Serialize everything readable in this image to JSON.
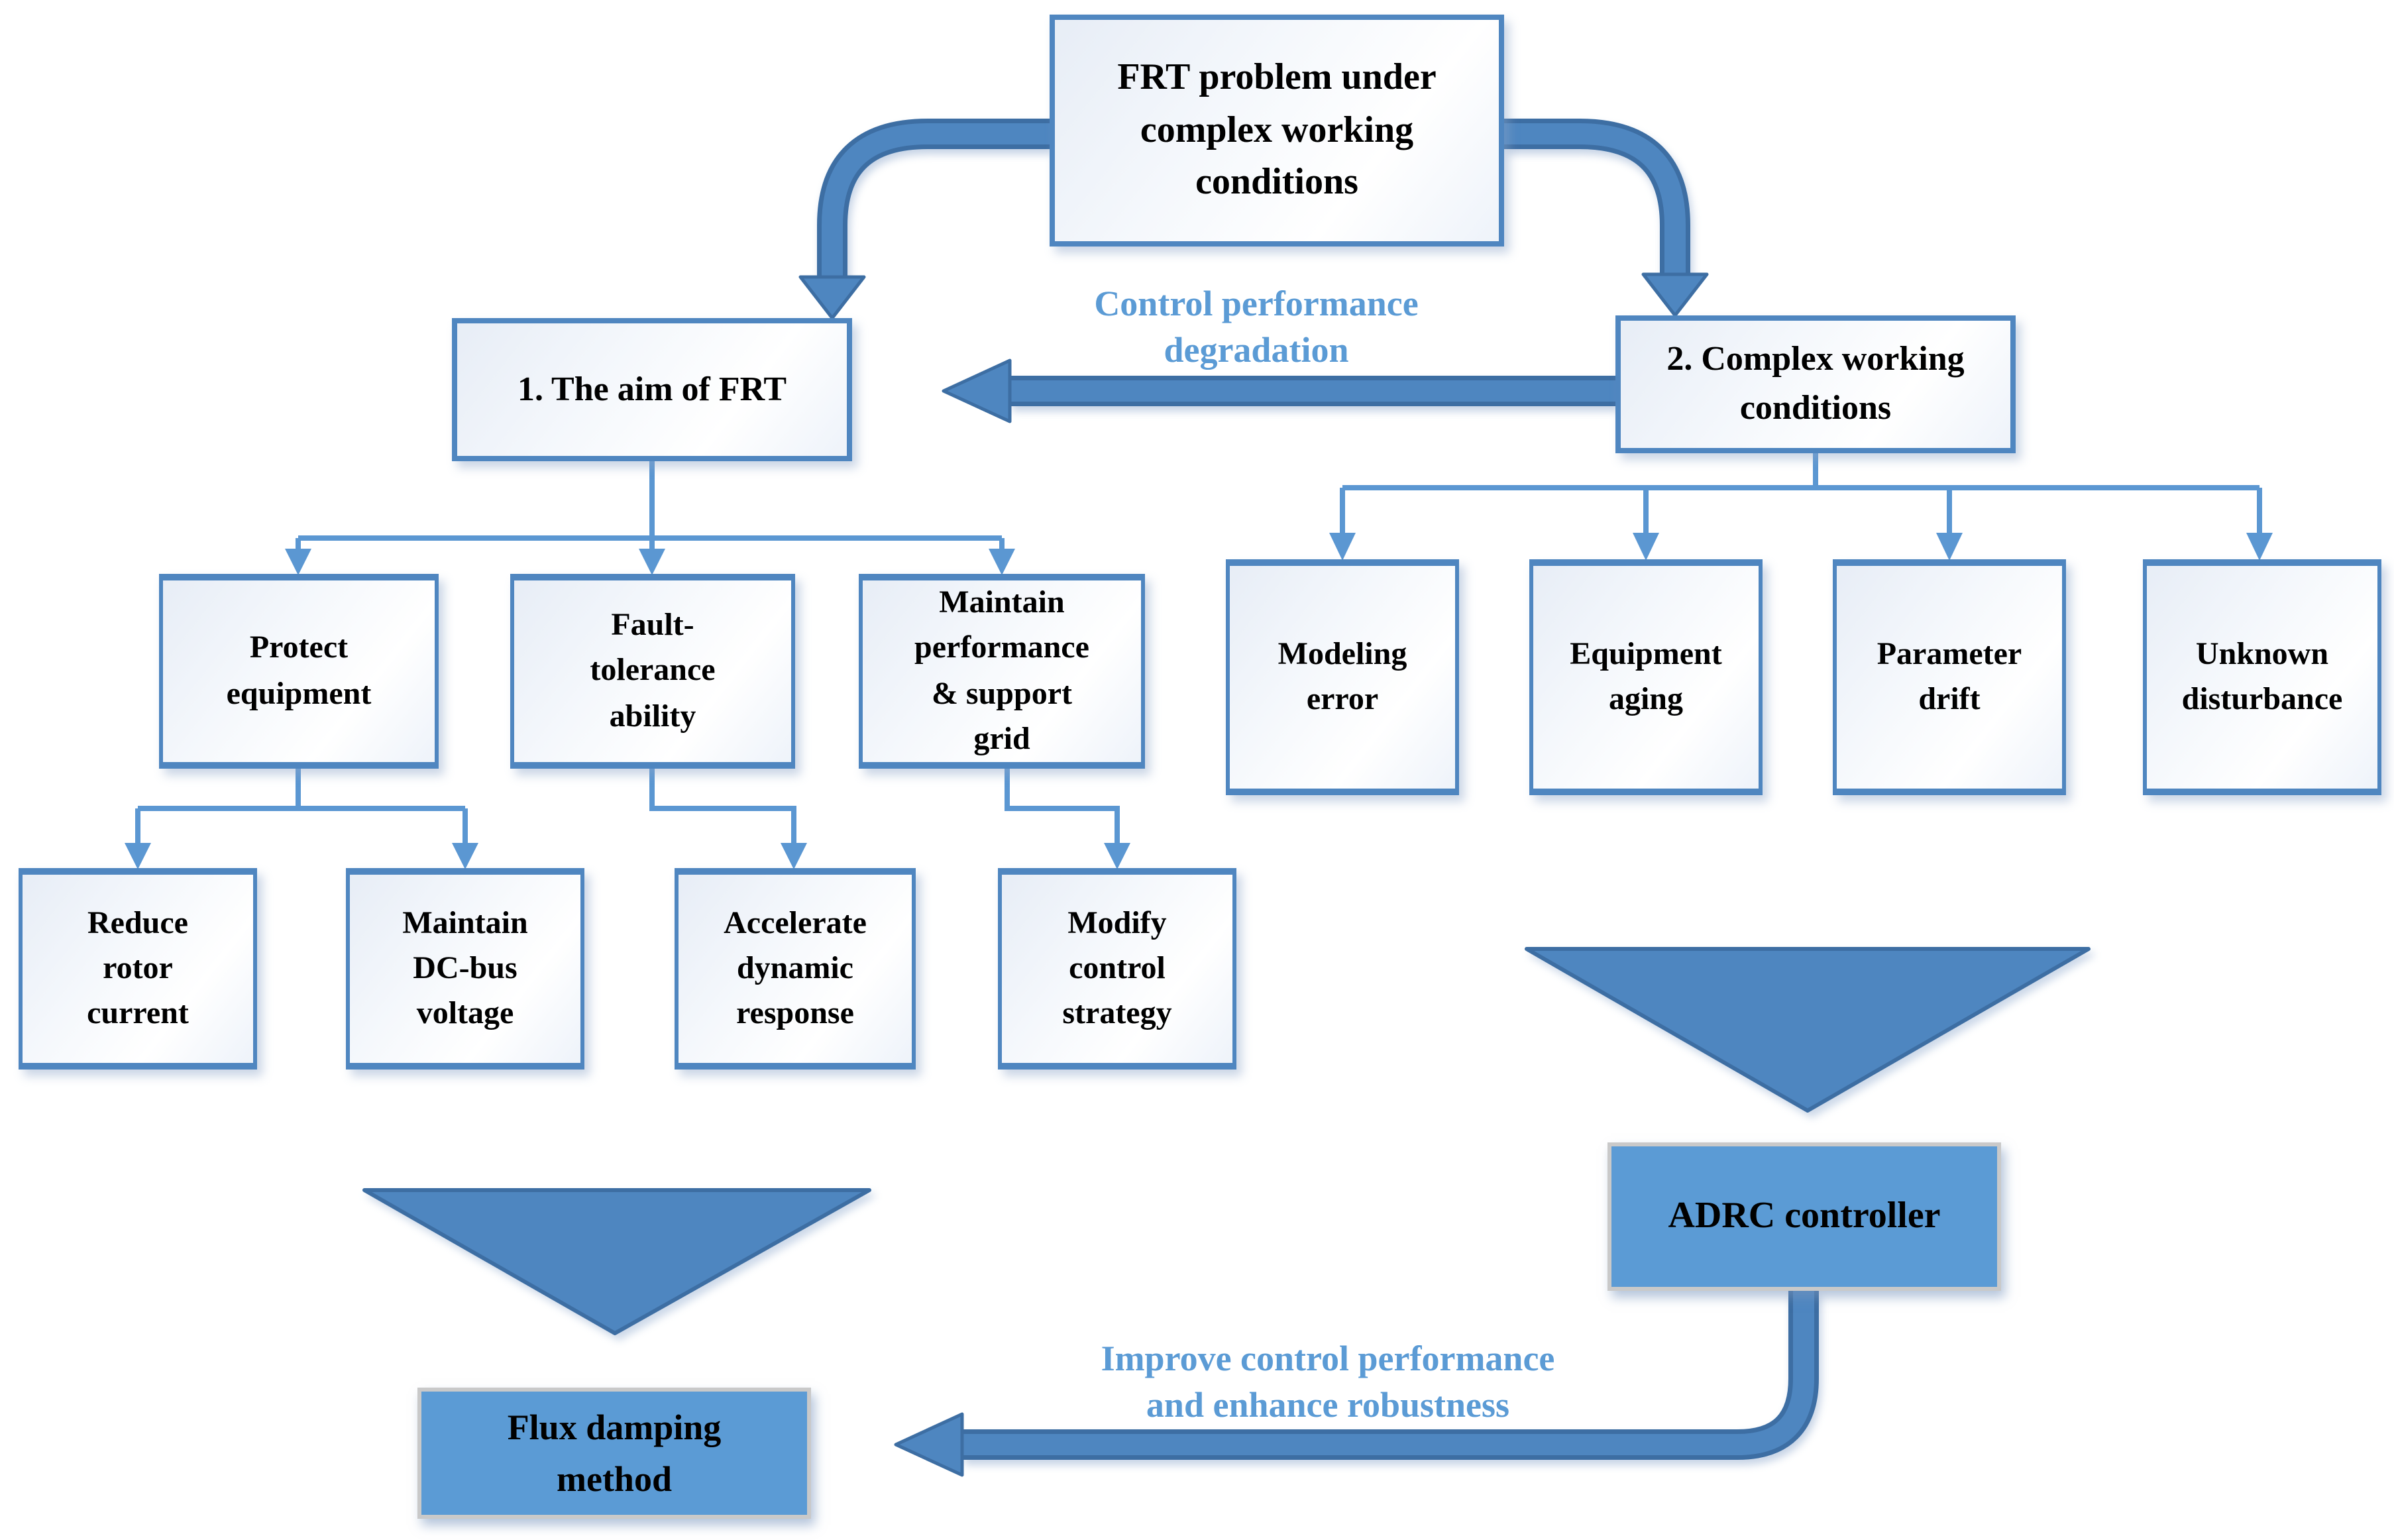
{
  "diagram": {
    "root": {
      "label": "FRT problem under\ncomplex working\nconditions"
    },
    "aim_branch": {
      "box": {
        "label": "1. The aim of FRT"
      },
      "goals": [
        {
          "label": "Protect\nequipment"
        },
        {
          "label": "Fault-\ntolerance\nability"
        },
        {
          "label": "Maintain\nperformance\n& support\ngrid"
        }
      ],
      "actions": [
        {
          "label": "Reduce\nrotor\ncurrent"
        },
        {
          "label": "Maintain\nDC-bus\nvoltage"
        },
        {
          "label": "Accelerate\ndynamic\nresponse"
        },
        {
          "label": "Modify\ncontrol\nstrategy"
        }
      ],
      "method": {
        "label": "Flux damping\nmethod"
      }
    },
    "complex_branch": {
      "box": {
        "label": "2. Complex working\nconditions"
      },
      "conditions": [
        {
          "label": "Modeling\nerror"
        },
        {
          "label": "Equipment\naging"
        },
        {
          "label": "Parameter\ndrift"
        },
        {
          "label": "Unknown\ndisturbance"
        }
      ],
      "controller": {
        "label": "ADRC controller"
      }
    },
    "annotations": {
      "degradation": "Control performance\ndegradation",
      "improvement": "Improve control performance\nand enhance robustness"
    },
    "colors": {
      "box_border": "#4f86c0",
      "connector_line": "#5b97d2",
      "thick_arrow_fill": "#4e86c0",
      "thick_arrow_outline": "#3d6ea3",
      "filled_box_fill": "#5b9bd5",
      "filled_box_border": "#c9c9c9",
      "annotation_text": "#5b9bd5",
      "label_text": "#000000"
    }
  }
}
